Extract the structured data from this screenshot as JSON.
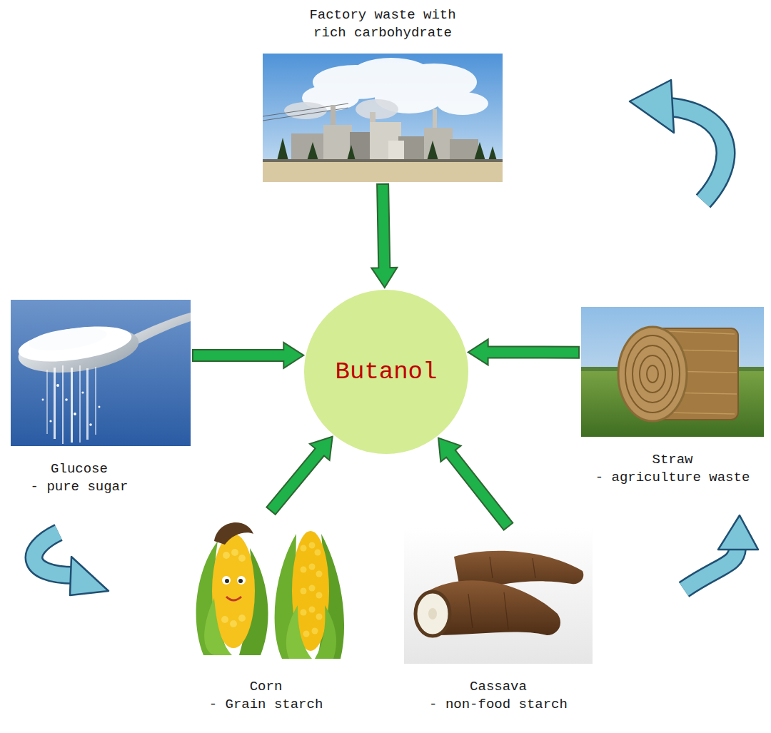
{
  "diagram": {
    "nodes": [
      {
        "text": [
          "Factory waste with rich carbohydrate"
        ]
      },
      {
        "text": [
          "Glucose",
          "- pure sugar"
        ]
      },
      {
        "text": [
          "Butanol"
        ]
      },
      {
        "text": [
          "Straw",
          "- agriculture waste"
        ]
      },
      {
        "text": [
          "Corn",
          "- Grain starch"
        ]
      },
      {
        "text": [
          "Cassava",
          "- non-food starch"
        ]
      }
    ],
    "edges": [
      {
        "from": 0,
        "to": 2,
        "arrow": "to"
      },
      {
        "from": 1,
        "to": 2,
        "arrow": "to"
      },
      {
        "from": 3,
        "to": 2,
        "arrow": "to"
      },
      {
        "from": 4,
        "to": 2,
        "arrow": "to"
      },
      {
        "from": 5,
        "to": 2,
        "arrow": "to"
      }
    ]
  }
}
